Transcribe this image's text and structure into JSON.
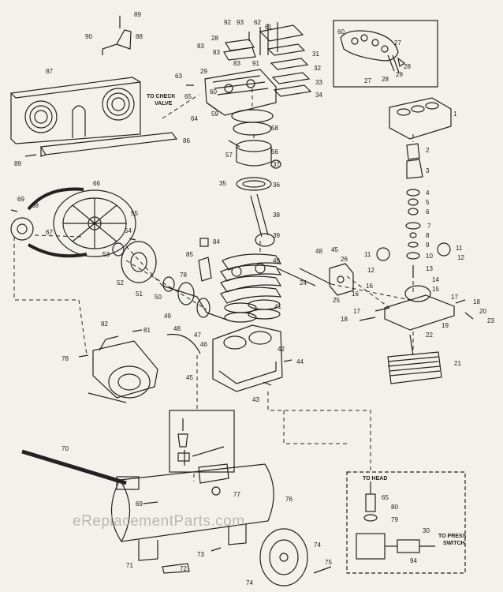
{
  "labels": {
    "n1": "1",
    "n2": "2",
    "n3": "3",
    "n4": "4",
    "n5": "5",
    "n6": "6",
    "n7": "7",
    "n8": "8",
    "n9": "9",
    "n10": "10",
    "n11a": "11",
    "n11b": "11",
    "n12a": "12",
    "n12b": "12",
    "n13": "13",
    "n14": "14",
    "n15": "15",
    "n16a": "16",
    "n16b": "16",
    "n17": "17",
    "n18a": "18",
    "n18b": "18",
    "n19": "19",
    "n20": "20",
    "n21": "21",
    "n22": "22",
    "n23": "23",
    "n24": "24",
    "n25": "25",
    "n26": "26",
    "n27a": "27",
    "n27b": "27",
    "n28a": "28",
    "n28b": "28",
    "n28c": "28",
    "n29a": "29",
    "n29b": "29",
    "n30": "30",
    "n31": "31",
    "n32": "32",
    "n33": "33",
    "n34": "34",
    "n35": "35",
    "n36": "36",
    "n37": "37",
    "n38": "38",
    "n39": "39",
    "n40": "40",
    "n41": "41",
    "n42": "42",
    "n43": "43",
    "n44": "44",
    "n45a": "45",
    "n45b": "45",
    "n46": "46",
    "n47": "47",
    "n48a": "48",
    "n48b": "48",
    "n49": "49",
    "n50": "50",
    "n51": "51",
    "n52": "52",
    "n53": "53",
    "n54": "54",
    "n55": "55",
    "n56": "56",
    "n57": "57",
    "n58": "58",
    "n59": "59",
    "n60a": "60",
    "n60b": "60",
    "n61": "61",
    "n62": "62",
    "n63": "63",
    "n64": "64",
    "n65a": "65",
    "n65b": "65",
    "n66": "66",
    "n67": "67",
    "n68": "68",
    "n69a": "69",
    "n69b": "69",
    "n70": "70",
    "n71": "71",
    "n72": "72",
    "n73": "73",
    "n74a": "74",
    "n74b": "74",
    "n75": "75",
    "n76": "76",
    "n77": "77",
    "n78a": "78",
    "n78b": "78",
    "n79": "79",
    "n80": "80",
    "n81": "81",
    "n82": "82",
    "n83a": "83",
    "n83b": "83",
    "n84": "84",
    "n85": "85",
    "n86": "86",
    "n87": "87",
    "n88": "88",
    "n89a": "89",
    "n89b": "89",
    "n90": "90",
    "n91": "91",
    "n92": "92",
    "n93": "93",
    "n94": "94"
  },
  "notes": {
    "to_check": "TO CHECK",
    "valve": "VALVE",
    "to_head": "TO HEAD",
    "to_press": "TO PRESS",
    "switch": "SWITCH"
  },
  "watermark": "eReplacementParts.com"
}
